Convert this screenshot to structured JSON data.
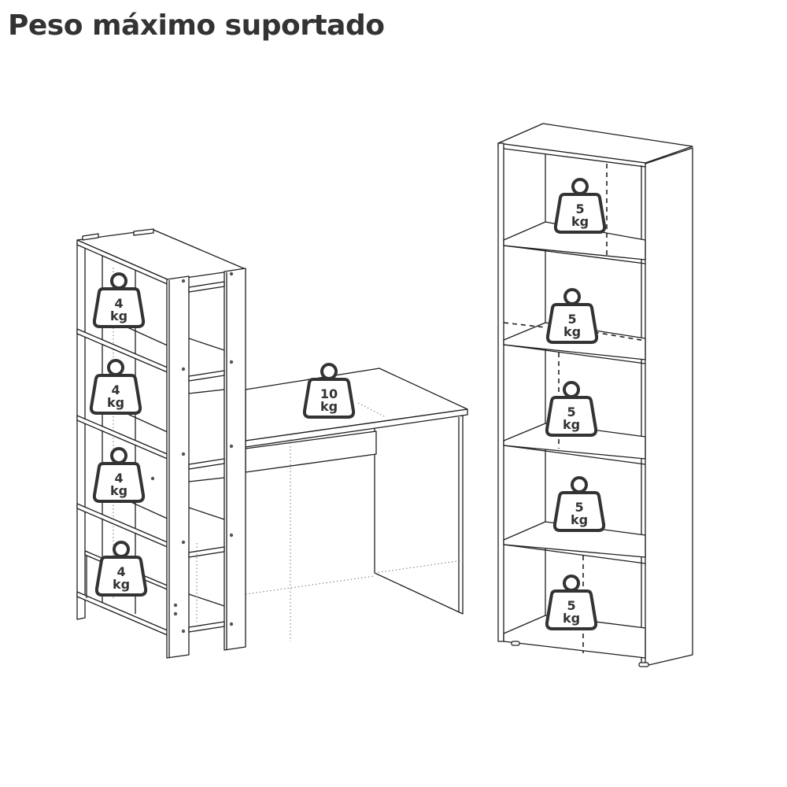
{
  "header": {
    "title": "Peso máximo suportado"
  },
  "colors": {
    "icon_stroke": "#333333",
    "line": "#1f1f1f",
    "background": "#ffffff"
  },
  "furniture": [
    {
      "name": "estante-lateral",
      "weights": [
        {
          "value": "4",
          "unit": "kg"
        },
        {
          "value": "4",
          "unit": "kg"
        },
        {
          "value": "4",
          "unit": "kg"
        },
        {
          "value": "4",
          "unit": "kg"
        }
      ]
    },
    {
      "name": "mesa",
      "weights": [
        {
          "value": "10",
          "unit": "kg"
        }
      ]
    },
    {
      "name": "estante-alta",
      "weights": [
        {
          "value": "5",
          "unit": "kg"
        },
        {
          "value": "5",
          "unit": "kg"
        },
        {
          "value": "5",
          "unit": "kg"
        },
        {
          "value": "5",
          "unit": "kg"
        },
        {
          "value": "5",
          "unit": "kg"
        }
      ]
    }
  ]
}
